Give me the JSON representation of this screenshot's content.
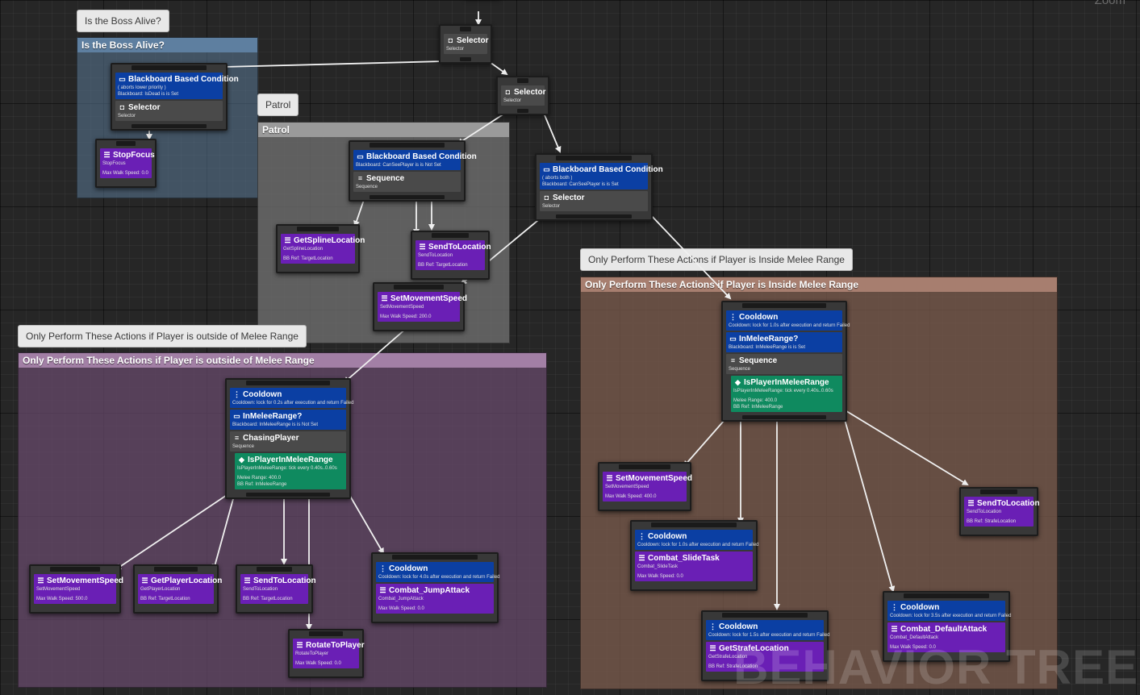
{
  "zoom_label": "Zoom",
  "watermark": "BEHAVIOR TREE",
  "comments": [
    {
      "bubble": "Is the Boss Alive?",
      "title": "Is the Boss Alive?"
    },
    {
      "bubble": "Patrol",
      "title": "Patrol"
    },
    {
      "bubble": "Only Perform These Actions if Player is outside of Melee Range",
      "title": "Only Perform These Actions if Player is outside of Melee Range"
    },
    {
      "bubble": "Only Perform These Actions if Player is Inside Melee Range",
      "title": "Only Perform These Actions if Player is Inside Melee Range"
    }
  ],
  "nodes": {
    "sel_top": {
      "title": "Selector",
      "sub": "Selector"
    },
    "sel_2": {
      "title": "Selector",
      "sub": "Selector"
    },
    "boss": {
      "dec_title": "Blackboard Based Condition",
      "dec_l1": "( aborts lower priority )",
      "dec_l2": "Blackboard: IsDead is is Set",
      "title": "Selector",
      "sub": "Selector"
    },
    "stopfocus": {
      "title": "StopFocus",
      "l1": "StopFocus",
      "l2": "Max Walk Speed: 0.0"
    },
    "patrol": {
      "dec_title": "Blackboard Based Condition",
      "dec_l1": "Blackboard: CanSeePlayer is is Not Set",
      "title": "Sequence",
      "sub": "Sequence"
    },
    "getspline": {
      "title": "GetSplineLocation",
      "l1": "GetSplineLocation",
      "l2": "BB Ref: TargetLocation"
    },
    "sendto_p": {
      "title": "SendToLocation",
      "l1": "SendToLocation",
      "l2": "BB Ref: TargetLocation"
    },
    "setspeed_p": {
      "title": "SetMovementSpeed",
      "l1": "SetMovementSpeed",
      "l2": "Max Walk Speed: 200.0"
    },
    "bbc_main": {
      "dec_title": "Blackboard Based Condition",
      "dec_l1": "( aborts both )",
      "dec_l2": "Blackboard: CanSeePlayer is is Set",
      "title": "Selector",
      "sub": "Selector"
    },
    "chasing": {
      "cd_title": "Cooldown",
      "cd_l1": "Cooldown: lock for 0.2s after execution and return Failed",
      "im_title": "InMeleeRange?",
      "im_l1": "Blackboard: InMeleeRange is is Not Set",
      "title": "ChasingPlayer",
      "sub": "Sequence",
      "svc_title": "IsPlayerInMeleeRange",
      "svc_l1": "IsPlayerInMeleeRange: tick every 0.40s..0.60s",
      "svc_l2": "Melee Range: 400.0",
      "svc_l3": "BB Ref: InMeleeRange"
    },
    "setspeed_o": {
      "title": "SetMovementSpeed",
      "l1": "SetMovementSpeed",
      "l2": "Max Walk Speed: 500.0"
    },
    "getplayer": {
      "title": "GetPlayerLocation",
      "l1": "GetPlayerLocation",
      "l2": "BB Ref: TargetLocation"
    },
    "sendto_o": {
      "title": "SendToLocation",
      "l1": "SendToLocation",
      "l2": "BB Ref: TargetLocation"
    },
    "jump": {
      "cd_title": "Cooldown",
      "cd_l1": "Cooldown: lock for 4.0s after execution and return Failed",
      "title": "Combat_JumpAttack",
      "l1": "Combat_JumpAttack",
      "l2": "Max Walk Speed: 0.0"
    },
    "rotate": {
      "title": "RotateToPlayer",
      "l1": "RotateToPlayer",
      "l2": "Max Walk Speed: 0.0"
    },
    "melee_seq": {
      "cd_title": "Cooldown",
      "cd_l1": "Cooldown: lock for 1.0s after execution and return Failed",
      "im_title": "InMeleeRange?",
      "im_l1": "Blackboard: InMeleeRange is is Set",
      "title": "Sequence",
      "sub": "Sequence",
      "svc_title": "IsPlayerInMeleeRange",
      "svc_l1": "IsPlayerInMeleeRange: tick every 0.40s..0.60s",
      "svc_l2": "Melee Range: 400.0",
      "svc_l3": "BB Ref: InMeleeRange"
    },
    "setspeed_i": {
      "title": "SetMovementSpeed",
      "l1": "SetMovementSpeed",
      "l2": "Max Walk Speed: 400.0"
    },
    "slide": {
      "cd_title": "Cooldown",
      "cd_l1": "Cooldown: lock for 1.0s after execution and return Failed",
      "title": "Combat_SlideTask",
      "l1": "Combat_SlideTask",
      "l2": "Max Walk Speed: 0.0"
    },
    "strafe": {
      "cd_title": "Cooldown",
      "cd_l1": "Cooldown: lock for 1.5s after execution and return Failed",
      "title": "GetStrafeLocation",
      "l1": "GetStrafeLocation",
      "l2": "BB Ref: StrafeLocation"
    },
    "sendto_i": {
      "title": "SendToLocation",
      "l1": "SendToLocation",
      "l2": "BB Ref: StrafeLocation"
    },
    "default_atk": {
      "cd_title": "Cooldown",
      "cd_l1": "Cooldown: lock for 3.5s after execution and return Failed",
      "title": "Combat_DefaultAttack",
      "l1": "Combat_DefaultAttack",
      "l2": "Max Walk Speed: 0.0"
    }
  }
}
